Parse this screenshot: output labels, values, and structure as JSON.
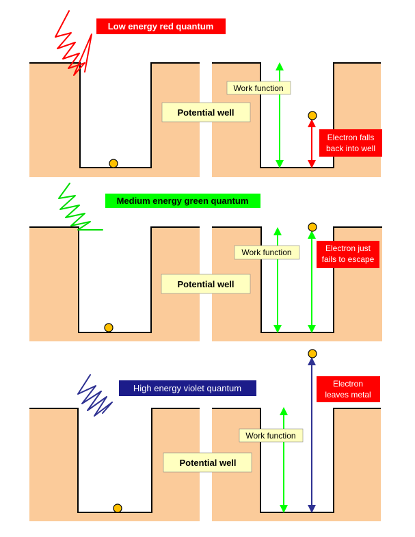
{
  "colors": {
    "metal": "#FBCB9A",
    "outline": "#000000",
    "electron": "#FFC000",
    "work_arrow": "#00FF00",
    "red_arrow": "#FF0000",
    "violet_arrow": "#2E3192",
    "pale_label": "#FFFFC0",
    "red_label": "#FF0000",
    "green_label": "#00FF00",
    "violet_label": "#1C1C8A"
  },
  "panels": [
    {
      "quantum_label": "Low energy red quantum",
      "quantum_color": "#FF0000",
      "well_label": "Potential well",
      "work_function_label": "Work function",
      "electron_label_lines": [
        "Electron falls",
        "back into well"
      ],
      "electron_outcome": "falls back into well"
    },
    {
      "quantum_label": "Medium energy green quantum",
      "quantum_color": "#00DD00",
      "well_label": "Potential well",
      "work_function_label": "Work function",
      "electron_label_lines": [
        "Electron just",
        "fails to escape"
      ],
      "electron_outcome": "just fails to escape"
    },
    {
      "quantum_label": "High energy violet quantum",
      "quantum_color": "#2E3192",
      "well_label": "Potential well",
      "work_function_label": "Work function",
      "electron_label_lines": [
        "Electron",
        "leaves metal"
      ],
      "electron_outcome": "leaves metal"
    }
  ]
}
